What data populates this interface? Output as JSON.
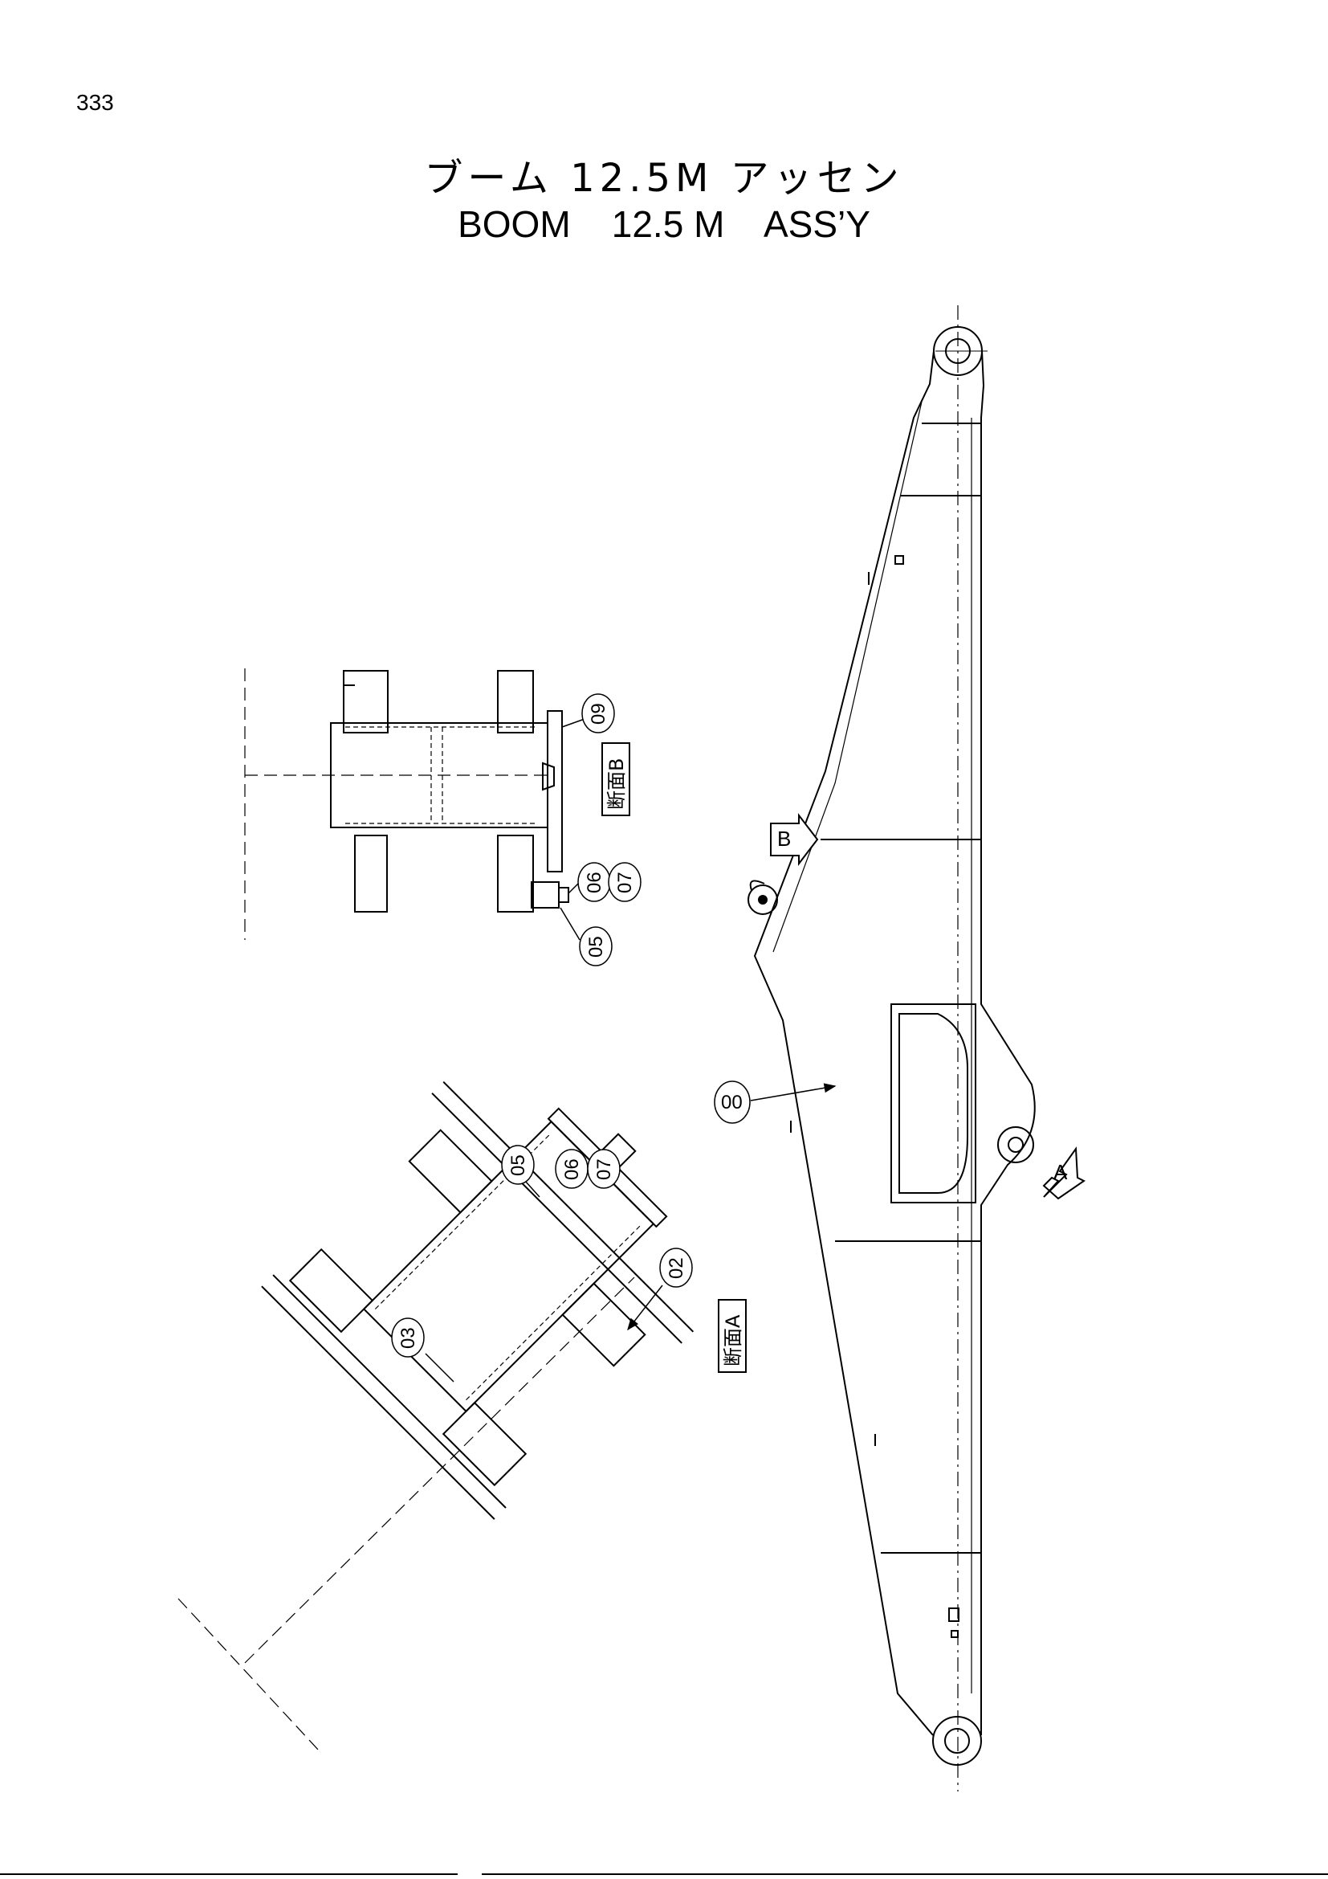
{
  "page_number": "333",
  "title_jp": "ブーム 12.5M アッセン",
  "title_en": "BOOM    12.5 M    ASS’Y",
  "section_labels": {
    "a": "断面A",
    "b": "断面B"
  },
  "view_markers": {
    "a": "A",
    "b": "B"
  },
  "callouts": {
    "boom_00": "00",
    "b_09": "09",
    "b_06": "06",
    "b_07": "07",
    "b_05": "05",
    "a_05": "05",
    "a_06": "06",
    "a_07": "07",
    "a_02": "02",
    "a_03": "03"
  }
}
